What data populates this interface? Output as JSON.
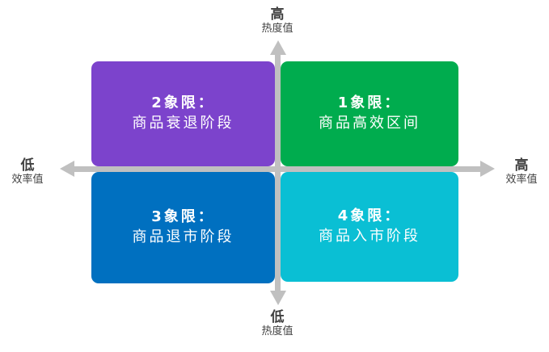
{
  "axes": {
    "top": {
      "level": "高",
      "metric": "热度值"
    },
    "bottom": {
      "level": "低",
      "metric": "热度值"
    },
    "left": {
      "level": "低",
      "metric": "效率值"
    },
    "right": {
      "level": "高",
      "metric": "效率值"
    },
    "color": "#c0c0c0"
  },
  "quadrants": {
    "q1": {
      "title": "1象限：",
      "desc": "商品高效区间",
      "color": "#00ac4e"
    },
    "q2": {
      "title": "2象限：",
      "desc": "商品衰退阶段",
      "color": "#7c43cc"
    },
    "q3": {
      "title": "3象限：",
      "desc": "商品退市阶段",
      "color": "#0070c0"
    },
    "q4": {
      "title": "4象限：",
      "desc": "商品入市阶段",
      "color": "#0abfd4"
    }
  }
}
